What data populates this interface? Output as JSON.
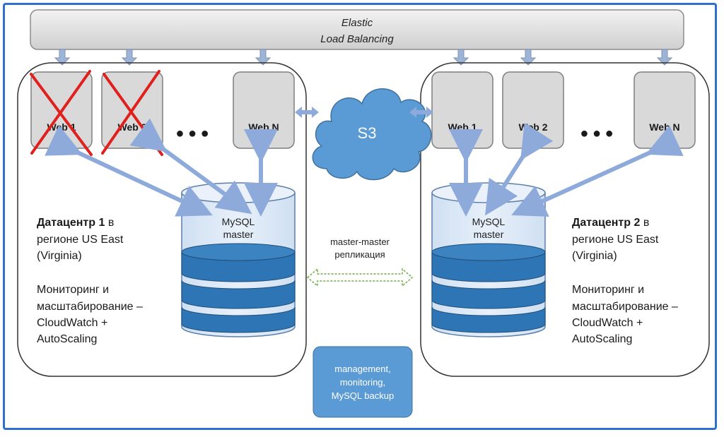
{
  "load_balancer": {
    "line1": "Elastic",
    "line2": "Load Balancing"
  },
  "datacenter_left": {
    "title_bold": "Датацентр 1",
    "title_rest": " в",
    "line2": "регионе US East",
    "line3": "(Virginia)",
    "line4": "Мониторинг и",
    "line5": "масштабирование –",
    "line6": "CloudWatch +",
    "line7": "AutoScaling",
    "web_servers": [
      "Web 1",
      "Web 2",
      "Web N"
    ],
    "failed_servers": [
      0,
      1
    ],
    "db_line1": "MySQL",
    "db_line2": "master"
  },
  "datacenter_right": {
    "title_bold": "Датацентр 2",
    "title_rest": " в",
    "line2": "регионе US East",
    "line3": "(Virginia)",
    "line4": "Мониторинг и",
    "line5": "масштабирование –",
    "line6": "CloudWatch +",
    "line7": "AutoScaling",
    "web_servers": [
      "Web 1",
      "Web 2",
      "Web N"
    ],
    "db_line1": "MySQL",
    "db_line2": "master"
  },
  "ellipsis": "● ● ●",
  "s3": {
    "label": "S3"
  },
  "replication": {
    "line1": "master-master",
    "line2": "репликация"
  },
  "management": {
    "line1": "management,",
    "line2": "monitoring,",
    "line3": "MySQL backup"
  },
  "colors": {
    "frame": "#2f6fd0",
    "server_fill": "#d9d9d9",
    "arrow_blue": "#8eaadb",
    "db_dark": "#2e75b6",
    "cloud": "#5b9bd5",
    "failed_cross": "#e0201c",
    "replication_arrow": "#70ad47"
  }
}
